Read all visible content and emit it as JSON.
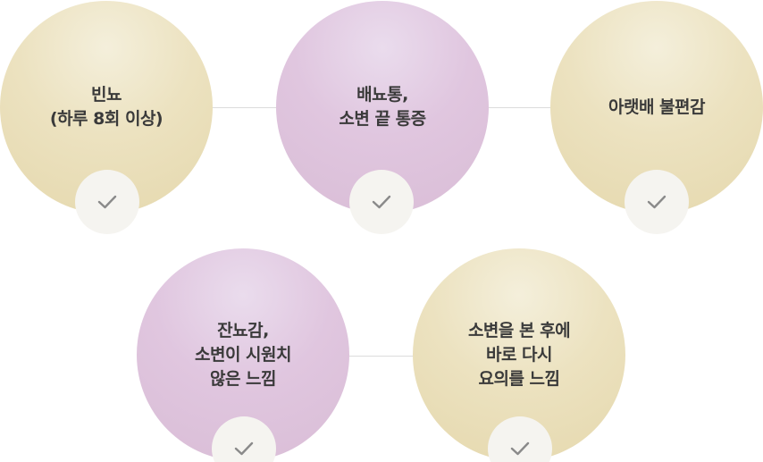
{
  "symptoms": [
    {
      "lines": [
        "빈뇨",
        "(하루 8회 이상)"
      ],
      "checked": true,
      "color": "#e5d8ad"
    },
    {
      "lines": [
        "배뇨통,",
        "소변 끝 통증"
      ],
      "checked": true,
      "color": "#d9bdd6"
    },
    {
      "lines": [
        "아랫배 불편감"
      ],
      "checked": true,
      "color": "#e5d8ad"
    },
    {
      "lines": [
        "잔뇨감,",
        "소변이 시원치",
        "않은 느낌"
      ],
      "checked": true,
      "color": "#d9bdd6"
    },
    {
      "lines": [
        "소변을 본 후에",
        "바로 다시",
        "요의를 느낌"
      ],
      "checked": true,
      "color": "#e5d8ad"
    }
  ],
  "icons": {
    "check": "check-icon"
  },
  "colors": {
    "gold": "#e5d8ad",
    "purple": "#d9bdd6",
    "check_bg": "#f5f4f0",
    "check_mark": "#8a8a8a",
    "connector": "#dcdcdc",
    "text": "#3a3a3a"
  }
}
